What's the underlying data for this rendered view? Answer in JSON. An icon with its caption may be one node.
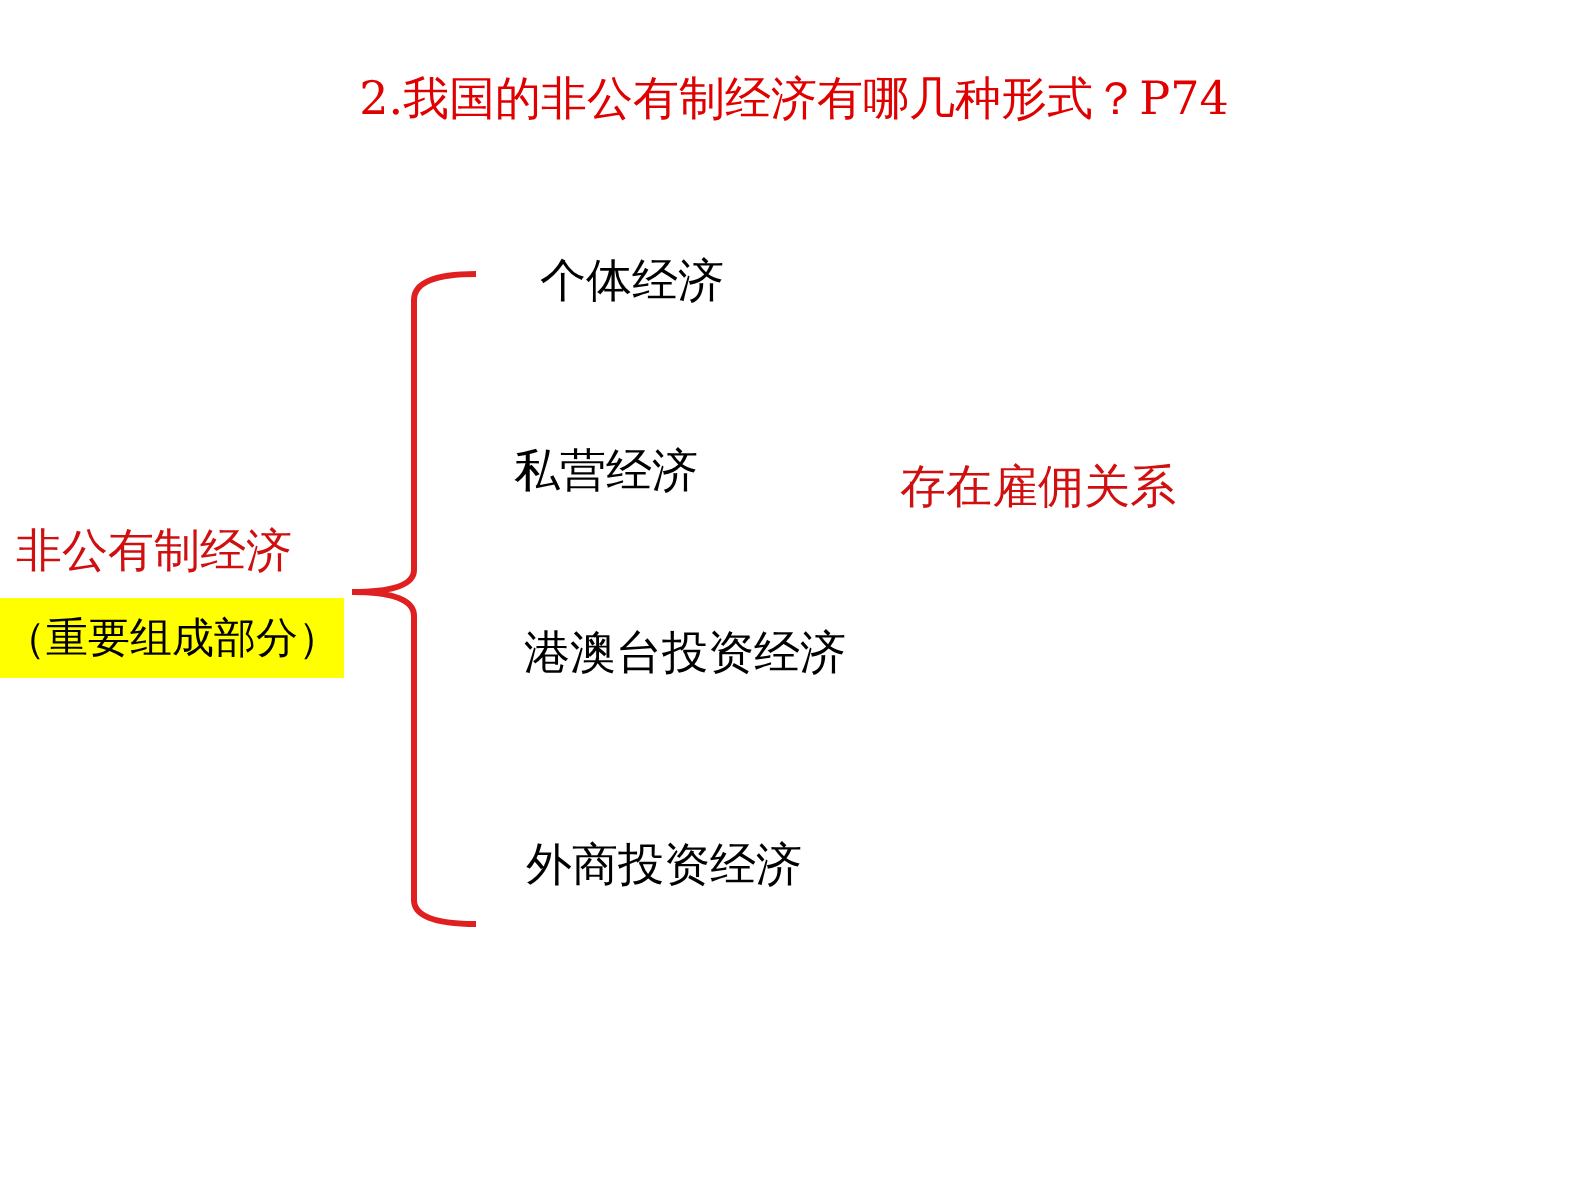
{
  "diagram": {
    "title": "2.我国的非公有制经济有哪几种形式？P74",
    "labels": [
      "个体经济",
      "私营经济",
      "存在雇佣关系",
      "非公有制经济",
      "（重要组成部分）",
      "港澳台投资经济",
      "外商投资经济"
    ]
  }
}
